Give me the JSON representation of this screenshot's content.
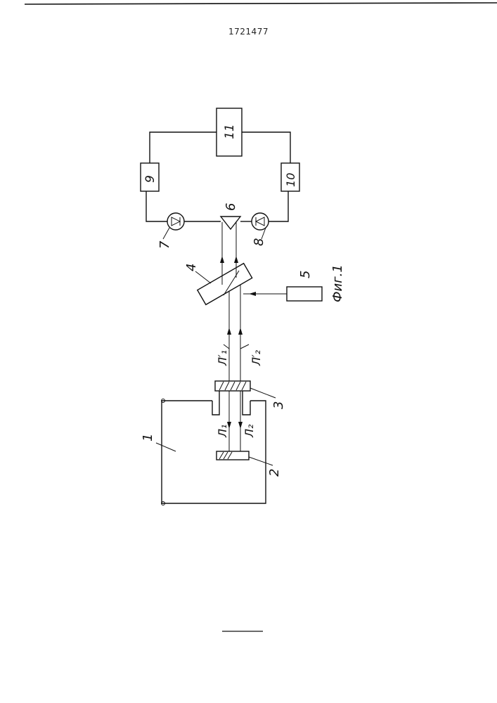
{
  "document": {
    "number": "1721477"
  },
  "figure": {
    "caption": "Фиг.1"
  },
  "labels": {
    "housing": "1",
    "sample": "2",
    "window": "3",
    "beamsplitter": "4",
    "source": "5",
    "prism": "6",
    "photodiode_left": "7",
    "photodiode_right": "8",
    "amp_left": "9",
    "amp_right": "10",
    "unit": "11",
    "beam_1": "Л₁",
    "beam_2": "Л₂",
    "beam_1_prime": "Л′₁",
    "beam_2_prime": "Л′₂"
  }
}
